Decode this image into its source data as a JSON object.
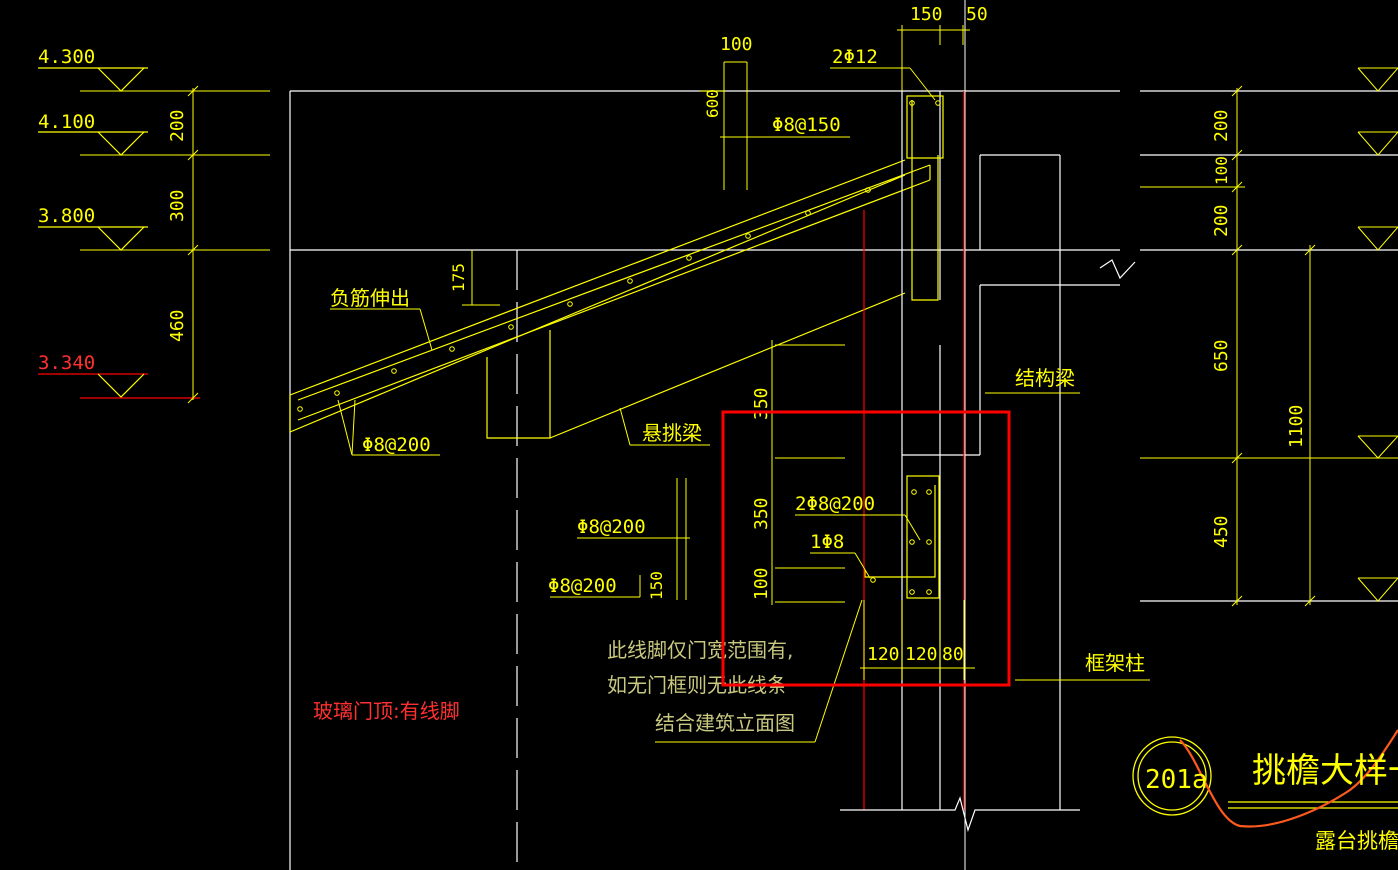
{
  "colors": {
    "background": "#000000",
    "line_yellow": "#ffff00",
    "line_white": "#ffffff",
    "line_red": "#ff0000",
    "text_yellow": "#ffff00",
    "text_red": "#ff3030",
    "text_olive": "#c8c880",
    "curve_orange": "#ff5a1e",
    "highlight_box": "#ff0000"
  },
  "elevations_left": {
    "e1": "4.300",
    "e2": "4.100",
    "e3": "3.800",
    "e4": "3.340"
  },
  "dims_left": {
    "d1": "200",
    "d2": "300",
    "d3": "460"
  },
  "dims_top": {
    "w150": "150",
    "w50": "50",
    "w100": "100",
    "h600": "600",
    "h175": "175"
  },
  "rebar_labels": {
    "r_2phi12": "2Φ12",
    "r_phi8_150": "Φ8@150",
    "r_phi8_200_left": "Φ8@200",
    "r_phi8_200_mid": "Φ8@200",
    "r_phi8_200_low": "Φ8@200",
    "r_2phi8_200": "2Φ8@200",
    "r_1phi8": "1Φ8"
  },
  "dims_mid": {
    "v350a": "350",
    "v350b": "350",
    "v100": "100",
    "v150": "150",
    "h120a": "120",
    "h120b": "120",
    "h80": "80"
  },
  "dims_right": {
    "r200a": "200",
    "r100": "100",
    "r200b": "200",
    "r650": "650",
    "r450": "450",
    "r1100": "1100"
  },
  "annotations": {
    "neg_rebar": "负筋伸出",
    "cantilever_beam": "悬挑梁",
    "struct_beam": "结构梁",
    "frame_column": "框架柱",
    "glass_door": "玻璃门顶:有线脚",
    "note_line1": "此线脚仅门宽范围有,",
    "note_line2": "如无门框则无此线条",
    "note_line3": "结合建筑立面图"
  },
  "title_block": {
    "circle_label": "201a",
    "title": "挑檐大样一a",
    "subtitle": "露台挑檐"
  }
}
